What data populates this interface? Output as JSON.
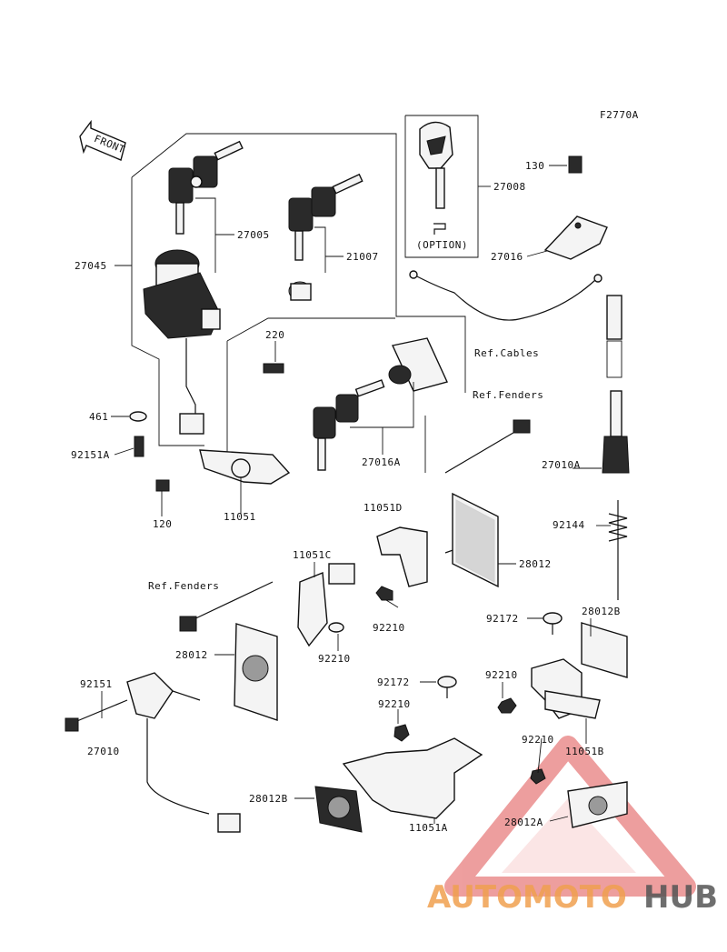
{
  "diagram": {
    "code": "F2770A",
    "front_label": "FRONT",
    "option_label": "(OPTION)",
    "parts": {
      "p27045": "27045",
      "p27005": "27005",
      "p21007": "21007",
      "p27008": "27008",
      "p130": "130",
      "p27016": "27016",
      "p220": "220",
      "p461": "461",
      "p92151A": "92151A",
      "p120": "120",
      "p11051": "11051",
      "p27016A": "27016A",
      "p11051D": "11051D",
      "p28012_right": "28012",
      "p27010A": "27010A",
      "p92144": "92144",
      "p11051C": "11051C",
      "p92210_a": "92210",
      "p92210_b": "92210",
      "p28012_left": "28012",
      "p92151": "92151",
      "p27010": "27010",
      "p92172_a": "92172",
      "p28012B_right": "28012B",
      "p92210_c": "92210",
      "p92172_b": "92172",
      "p92210_d": "92210",
      "p11051B": "11051B",
      "p92210_e": "92210",
      "p28012B_left": "28012B",
      "p11051A": "11051A",
      "p28012A": "28012A"
    },
    "refs": {
      "cables": "Ref.Cables",
      "fenders_right": "Ref.Fenders",
      "fenders_left": "Ref.Fenders"
    }
  },
  "watermark": {
    "part1": "AUTOMOTO",
    "part2": "HUB",
    "color1": "#f0a050",
    "color2": "#555555",
    "triangle_color": "#e05050"
  }
}
